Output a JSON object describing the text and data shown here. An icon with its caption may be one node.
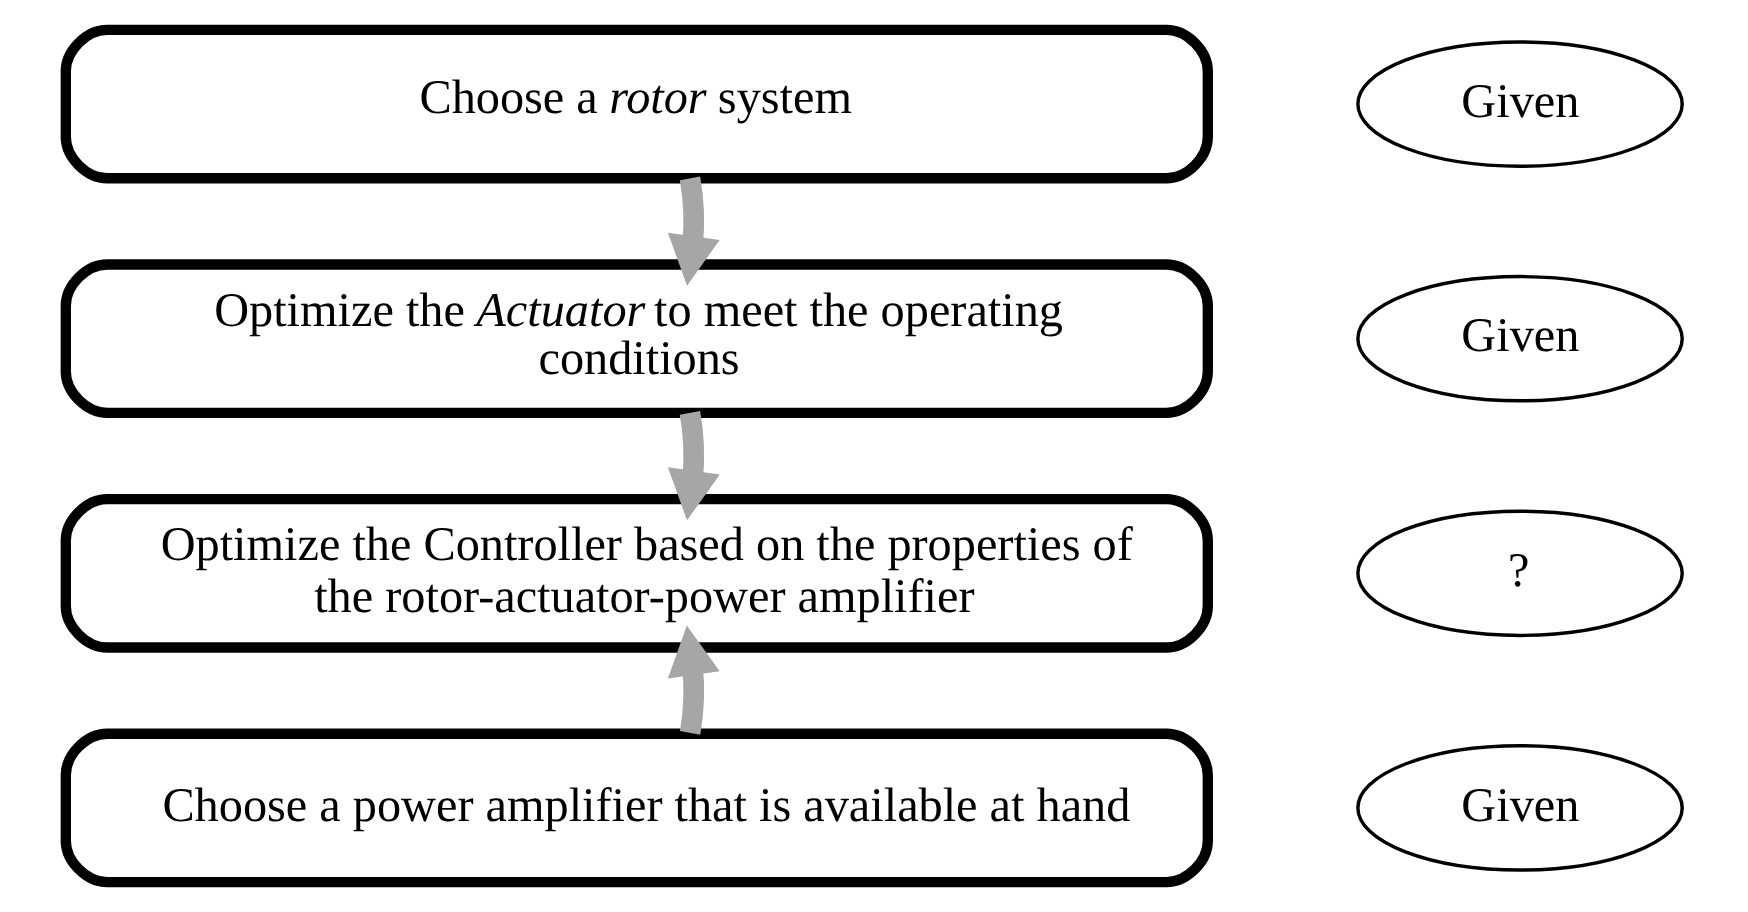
{
  "diagram": {
    "nodes": [
      {
        "text": [
          "Choose a *rotor* system"
        ]
      },
      {
        "text": [
          "Given"
        ]
      },
      {
        "text": [
          "Optimize the *Actuator* to meet the operating conditions"
        ]
      },
      {
        "text": [
          "Given"
        ]
      },
      {
        "text": [
          "Optimize the Controller based on the properties of the rotor-actuator-power amplifier"
        ]
      },
      {
        "text": [
          "?"
        ]
      },
      {
        "text": [
          "Choose a power amplifier that is available at hand"
        ]
      },
      {
        "text": [
          "Given"
        ]
      }
    ],
    "edges": [
      {
        "from": 0,
        "to": 2,
        "arrow": "to"
      },
      {
        "from": 2,
        "to": 4,
        "arrow": "to"
      },
      {
        "from": 6,
        "to": 4,
        "arrow": "to"
      }
    ]
  }
}
